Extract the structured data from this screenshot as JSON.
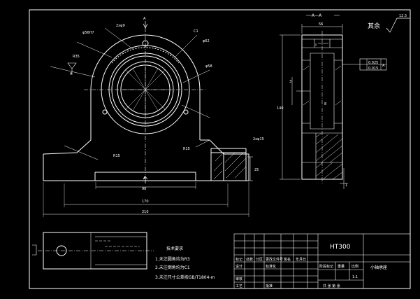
{
  "front_view": {
    "section_mark": "A",
    "hole_label": "2xφ9",
    "bore_label": "φ56H7",
    "chamfer_label": "C1",
    "r_label": "R35",
    "r_label2": "R15",
    "r_label3": "R15",
    "dim_d1": "φ58",
    "dim_d2": "φ62",
    "dim_height_l": "25",
    "dim_98": "98",
    "dim_170": "170",
    "dim_210": "210",
    "datum": "A",
    "spot_face": "2xφ15"
  },
  "side_view": {
    "title": "A—A",
    "width_dim": "56",
    "height_dim": "140",
    "offset_dim": "3",
    "small_dim": "8",
    "gtol_1": "0.025",
    "gtol_2": "0.015",
    "gtol_datum": "A",
    "bottom_dim": "1"
  },
  "roughness": {
    "label": "其余",
    "value": "12.5"
  },
  "tech_requirements": {
    "title": "技术要求",
    "items": [
      "1.未注圆角均为R3",
      "2.未注倒角均为C1",
      "3.未注尺寸公差按GB/T1804-m"
    ]
  },
  "title_block": {
    "material": "HT300",
    "part_name": "小轴承座",
    "scale": "1:1",
    "row_labels": [
      "标记",
      "处数",
      "分区",
      "更改文件号",
      "签名",
      "年月日"
    ],
    "row2_labels": [
      "设计",
      "标准化",
      "阶段标记",
      "重量",
      "比例"
    ],
    "row3_labels": [
      "审核",
      "工艺",
      "批准",
      "共 张 第 张"
    ]
  }
}
